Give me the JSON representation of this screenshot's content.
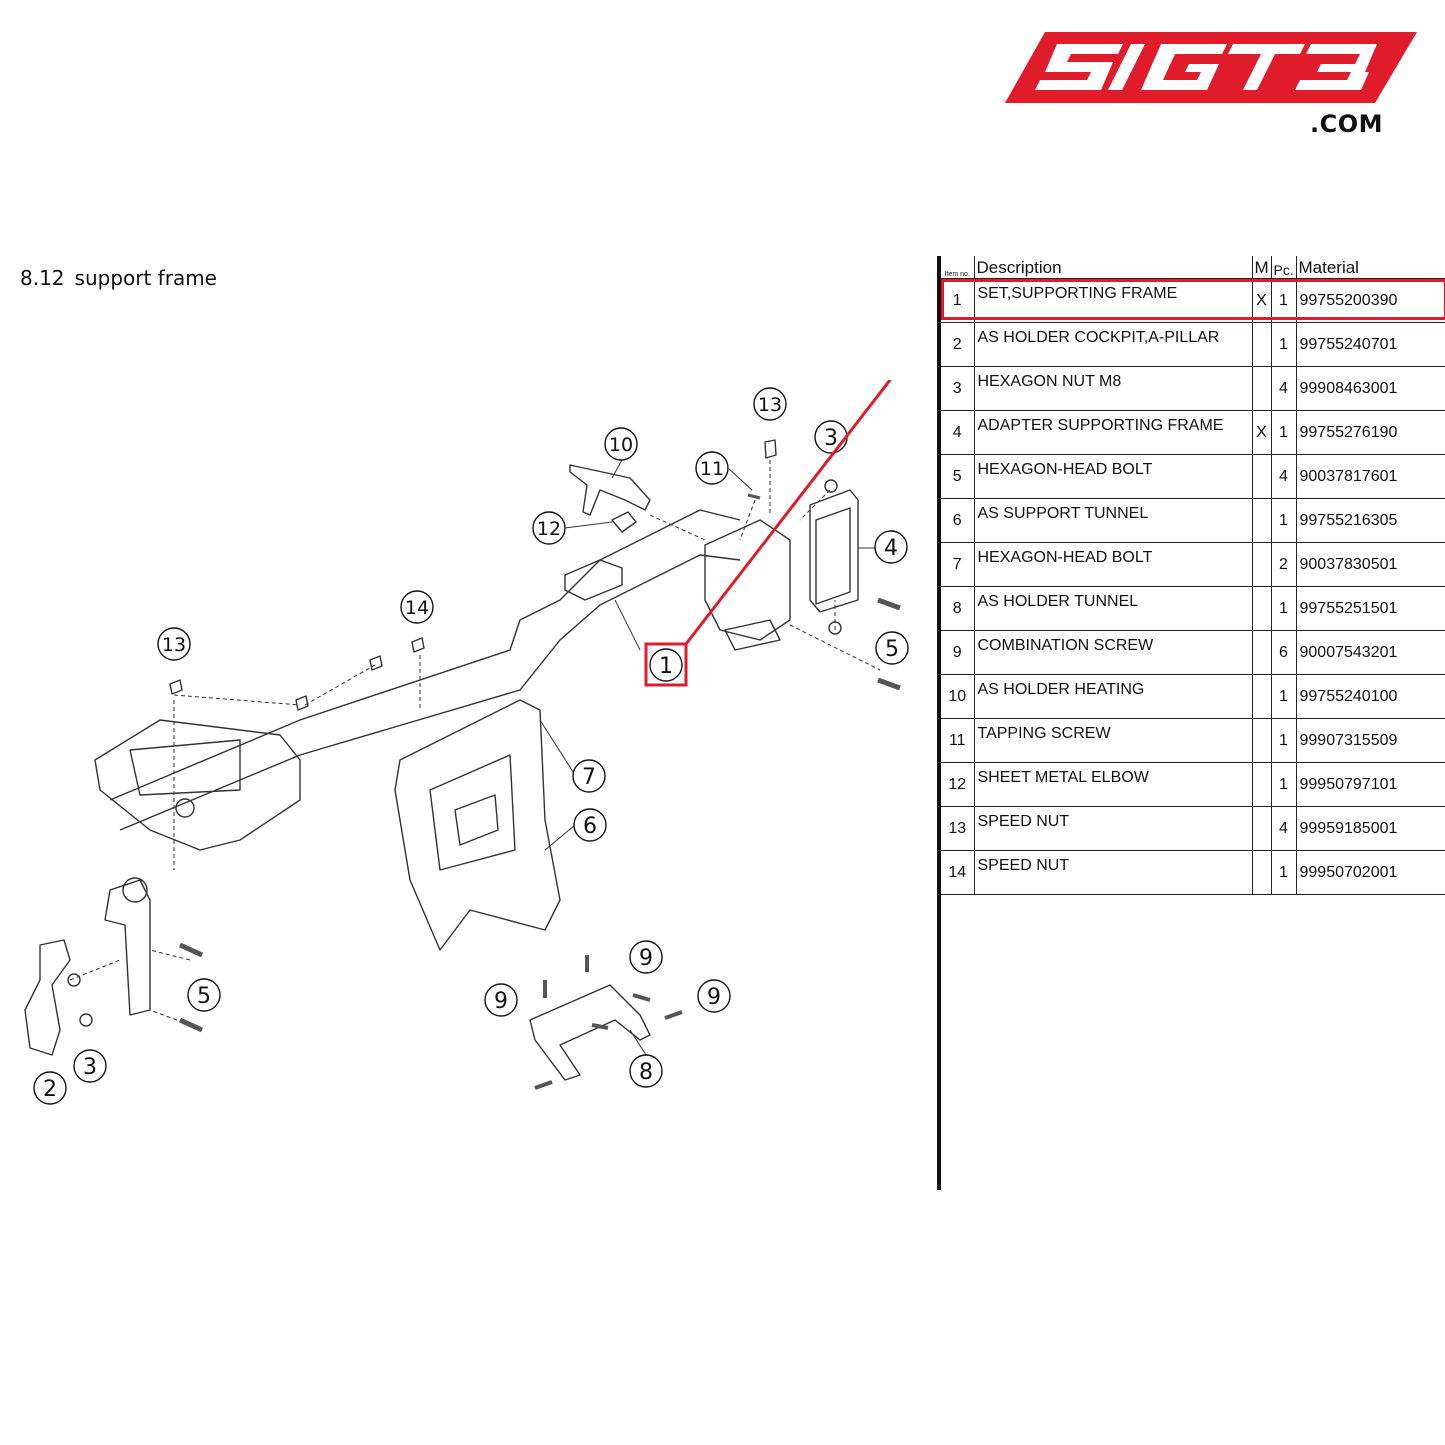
{
  "brand": {
    "logo_text": "SIGT3",
    "domain_suffix": ".COM",
    "brand_red": "#e01b2a"
  },
  "section": {
    "number": "8.12",
    "title": "support frame"
  },
  "diagram": {
    "highlight_color": "#e01b2a",
    "callouts": [
      "1",
      "2",
      "3",
      "3",
      "4",
      "5",
      "5",
      "6",
      "7",
      "8",
      "9",
      "9",
      "9",
      "10",
      "11",
      "12",
      "13",
      "13",
      "14"
    ],
    "highlighted_item": "1"
  },
  "table": {
    "headers": {
      "item": "Item no.",
      "description": "Description",
      "m": "M",
      "pc": "Pc.",
      "material": "Material"
    },
    "rows": [
      {
        "item": "1",
        "description": "SET,SUPPORTING FRAME",
        "m": "X",
        "pc": "1",
        "material": "99755200390"
      },
      {
        "item": "2",
        "description": "AS HOLDER COCKPIT,A-PILLAR",
        "m": "",
        "pc": "1",
        "material": "99755240701"
      },
      {
        "item": "3",
        "description": "HEXAGON NUT M8",
        "m": "",
        "pc": "4",
        "material": "99908463001"
      },
      {
        "item": "4",
        "description": "ADAPTER SUPPORTING FRAME",
        "m": "X",
        "pc": "1",
        "material": "99755276190"
      },
      {
        "item": "5",
        "description": "HEXAGON-HEAD BOLT",
        "m": "",
        "pc": "4",
        "material": "90037817601"
      },
      {
        "item": "6",
        "description": "AS SUPPORT TUNNEL",
        "m": "",
        "pc": "1",
        "material": "99755216305"
      },
      {
        "item": "7",
        "description": "HEXAGON-HEAD BOLT",
        "m": "",
        "pc": "2",
        "material": "90037830501"
      },
      {
        "item": "8",
        "description": "AS HOLDER TUNNEL",
        "m": "",
        "pc": "1",
        "material": "99755251501"
      },
      {
        "item": "9",
        "description": "COMBINATION SCREW",
        "m": "",
        "pc": "6",
        "material": "90007543201"
      },
      {
        "item": "10",
        "description": "AS HOLDER HEATING",
        "m": "",
        "pc": "1",
        "material": "99755240100"
      },
      {
        "item": "11",
        "description": "TAPPING SCREW",
        "m": "",
        "pc": "1",
        "material": "99907315509"
      },
      {
        "item": "12",
        "description": "SHEET METAL ELBOW",
        "m": "",
        "pc": "1",
        "material": "99950797101"
      },
      {
        "item": "13",
        "description": "SPEED NUT",
        "m": "",
        "pc": "4",
        "material": "99959185001"
      },
      {
        "item": "14",
        "description": "SPEED NUT",
        "m": "",
        "pc": "1",
        "material": "99950702001"
      }
    ]
  }
}
